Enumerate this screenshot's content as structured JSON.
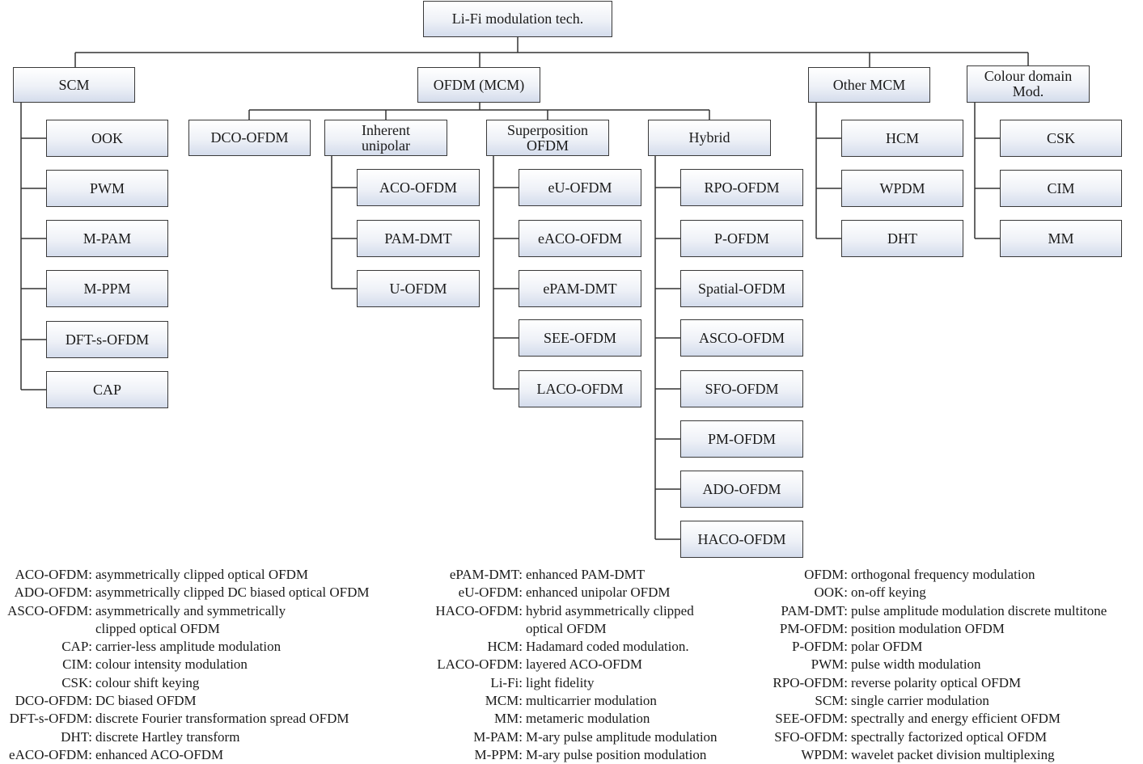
{
  "nodes": {
    "root": "Li-Fi modulation tech.",
    "scm": "SCM",
    "ofdm": "OFDM (MCM)",
    "other": "Other MCM",
    "colour": "Colour domain\nMod.",
    "ook": "OOK",
    "pwm": "PWM",
    "mpam": "M-PAM",
    "mppm": "M-PPM",
    "dfts": "DFT-s-OFDM",
    "cap": "CAP",
    "dco": "DCO-OFDM",
    "inherent": "Inherent\nunipolar",
    "superpos": "Superposition\nOFDM",
    "hybrid": "Hybrid",
    "aco": "ACO-OFDM",
    "pamdmt": "PAM-DMT",
    "uofdm": "U-OFDM",
    "euofdm": "eU-OFDM",
    "eaco": "eACO-OFDM",
    "epam": "ePAM-DMT",
    "see": "SEE-OFDM",
    "laco": "LACO-OFDM",
    "rpo": "RPO-OFDM",
    "pofdm": "P-OFDM",
    "spatial": "Spatial-OFDM",
    "asco": "ASCO-OFDM",
    "sfo": "SFO-OFDM",
    "pm": "PM-OFDM",
    "ado": "ADO-OFDM",
    "haco": "HACO-OFDM",
    "hcm": "HCM",
    "wpdm": "WPDM",
    "dht": "DHT",
    "csk": "CSK",
    "cim": "CIM",
    "mm": "MM"
  },
  "legend": {
    "col1": [
      {
        "term": "ACO-OFDM:",
        "def": "asymmetrically clipped optical OFDM"
      },
      {
        "term": "ADO-OFDM:",
        "def": "asymmetrically clipped DC biased optical OFDM"
      },
      {
        "term": "ASCO-OFDM:",
        "def": "asymmetrically and symmetrically\nclipped optical OFDM"
      },
      {
        "term": "CAP:",
        "def": "carrier-less amplitude modulation"
      },
      {
        "term": "CIM:",
        "def": "colour intensity modulation"
      },
      {
        "term": "CSK:",
        "def": "colour shift keying"
      },
      {
        "term": "DCO-OFDM:",
        "def": "DC biased OFDM"
      },
      {
        "term": "DFT-s-OFDM:",
        "def": "discrete Fourier transformation spread OFDM"
      },
      {
        "term": "DHT:",
        "def": "discrete Hartley transform"
      },
      {
        "term": "eACO-OFDM:",
        "def": "enhanced ACO-OFDM"
      }
    ],
    "col2": [
      {
        "term": "ePAM-DMT:",
        "def": "enhanced PAM-DMT"
      },
      {
        "term": "eU-OFDM:",
        "def": "enhanced unipolar OFDM"
      },
      {
        "term": "HACO-OFDM:",
        "def": "hybrid asymmetrically clipped\noptical OFDM"
      },
      {
        "term": "HCM:",
        "def": "Hadamard coded modulation."
      },
      {
        "term": "LACO-OFDM:",
        "def": "layered ACO-OFDM"
      },
      {
        "term": "Li-Fi:",
        "def": "light fidelity"
      },
      {
        "term": "MCM:",
        "def": "multicarrier modulation"
      },
      {
        "term": "MM:",
        "def": "metameric modulation"
      },
      {
        "term": "M-PAM:",
        "def": "M-ary pulse amplitude modulation"
      },
      {
        "term": "M-PPM:",
        "def": "M-ary pulse position modulation"
      }
    ],
    "col3": [
      {
        "term": "OFDM:",
        "def": "orthogonal frequency modulation"
      },
      {
        "term": "OOK:",
        "def": "on-off keying"
      },
      {
        "term": "PAM-DMT:",
        "def": "pulse amplitude modulation discrete multitone"
      },
      {
        "term": "PM-OFDM:",
        "def": "position modulation OFDM"
      },
      {
        "term": "P-OFDM:",
        "def": "polar OFDM"
      },
      {
        "term": "PWM:",
        "def": "pulse width modulation"
      },
      {
        "term": "RPO-OFDM:",
        "def": "reverse polarity optical OFDM"
      },
      {
        "term": "SCM:",
        "def": "single carrier modulation"
      },
      {
        "term": "SEE-OFDM:",
        "def": "spectrally and energy efficient OFDM"
      },
      {
        "term": "SFO-OFDM:",
        "def": "spectrally factorized optical OFDM"
      },
      {
        "term": "WPDM:",
        "def": "wavelet packet division multiplexing"
      }
    ]
  }
}
